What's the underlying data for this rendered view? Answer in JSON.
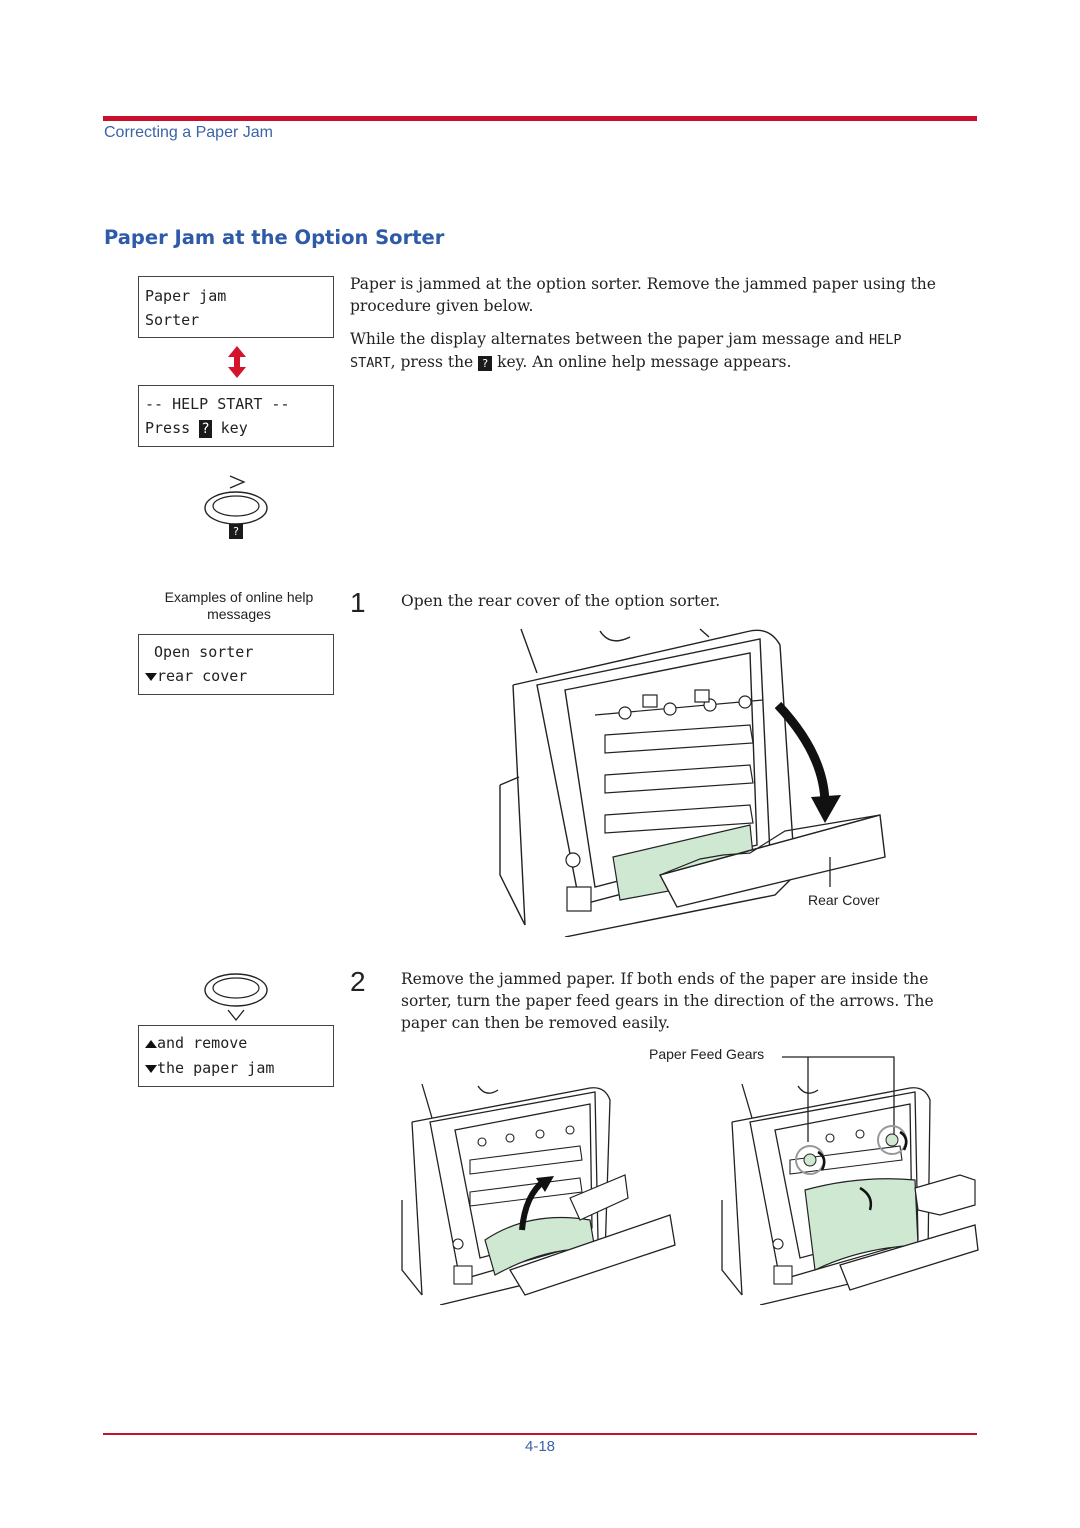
{
  "header": {
    "section_title": "Correcting a Paper Jam"
  },
  "heading": "Paper Jam at the Option Sorter",
  "lcd_jam": {
    "line1": "Paper jam",
    "line2": "Sorter"
  },
  "lcd_help": {
    "line1": "-- HELP START --",
    "line2_pre": "Press ",
    "key": "?",
    "line2_post": " key"
  },
  "key_label": "?",
  "intro": {
    "para1": "Paper is jammed at the option sorter. Remove the jammed paper using the procedure given below.",
    "para2_pre": "While the display alternates between the paper jam message and ",
    "para2_code1": "HELP",
    "para2_code2": "START",
    "para2_mid": ", press the ",
    "para2_key": "?",
    "para2_post": " key. An online help message appears."
  },
  "examples_label": "Examples of online help messages",
  "lcd_open": {
    "line1": " Open sorter",
    "line2": "rear cover"
  },
  "lcd_remove": {
    "line1": "and remove",
    "line2": "the paper jam"
  },
  "steps": [
    {
      "number": "1",
      "text": "Open the rear cover of the option sorter."
    },
    {
      "number": "2",
      "text": "Remove the jammed paper. If both ends of the paper are inside the sorter, turn the paper feed gears in the direction of the arrows. The paper can then be removed easily."
    }
  ],
  "labels": {
    "rear_cover": "Rear Cover",
    "paper_feed_gears": "Paper Feed Gears"
  },
  "footer": {
    "page_number": "4-18"
  },
  "colors": {
    "accent_red": "#c8102e",
    "heading_blue": "#2e5aa8",
    "paper_green": "#cfe8d2"
  }
}
